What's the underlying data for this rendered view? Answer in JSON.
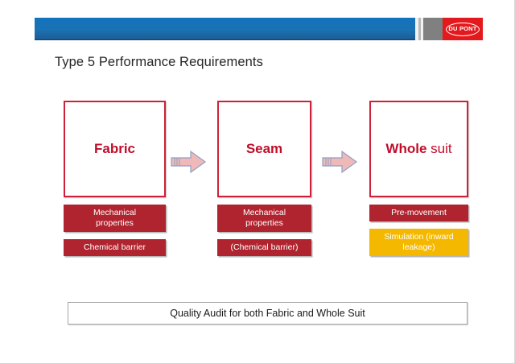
{
  "slide": {
    "title": "Type 5 Performance Requirements",
    "background_color": "#ffffff"
  },
  "header": {
    "band_color": "#1b72b4",
    "separator_color": "#808080",
    "logo": {
      "name": "dupont-logo",
      "text": "DU PONT",
      "background_color": "#e4191d",
      "text_color": "#ffffff"
    }
  },
  "diagram": {
    "type": "process-flow",
    "accent_color": "#cc2239",
    "chip_color": "#b0242f",
    "highlight_color": "#f5b800",
    "arrow_color": "#efb9b9",
    "stages": [
      {
        "id": "fabric",
        "title_bold": "Fabric",
        "title_regular": "",
        "chips": [
          {
            "label": "Mechanical properties",
            "style": "red",
            "lines": [
              "Mechanical",
              "properties"
            ]
          },
          {
            "label": "Chemical barrier",
            "style": "red",
            "lines": [
              "Chemical barrier"
            ]
          }
        ]
      },
      {
        "id": "seam",
        "title_bold": "Seam",
        "title_regular": "",
        "chips": [
          {
            "label": "Mechanical properties",
            "style": "red",
            "lines": [
              "Mechanical",
              "properties"
            ]
          },
          {
            "label": "(Chemical barrier)",
            "style": "red",
            "lines": [
              "(Chemical barrier)"
            ]
          }
        ]
      },
      {
        "id": "whole-suit",
        "title_bold": "Whole",
        "title_regular": " suit",
        "chips": [
          {
            "label": "Pre-movement",
            "style": "red",
            "lines": [
              "Pre-movement"
            ]
          },
          {
            "label": "Simulation (inward leakage)",
            "style": "yellow",
            "lines": [
              "Simulation (inward",
              "leakage)"
            ]
          }
        ]
      }
    ],
    "arrows": [
      {
        "name": "arrow-fabric-to-seam",
        "direction": "right"
      },
      {
        "name": "arrow-seam-to-whole-suit",
        "direction": "right"
      }
    ]
  },
  "footer": {
    "text": "Quality Audit for both Fabric and Whole Suit"
  }
}
